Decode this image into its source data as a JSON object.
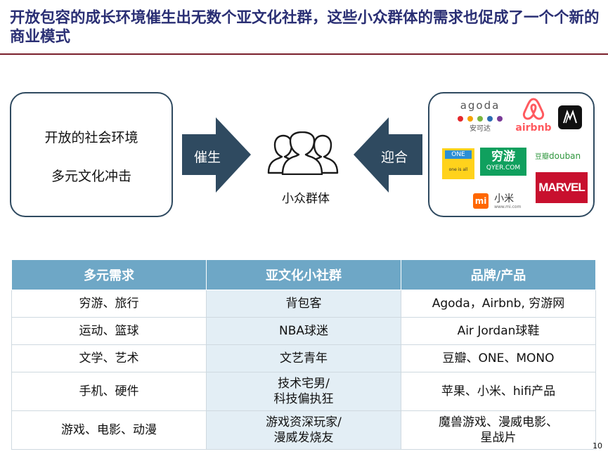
{
  "title": "开放包容的成长环境催生出无数个亚文化社群，这些小众群体的需求也促成了一个个新的商业模式",
  "left_box": {
    "line1": "开放的社会环境",
    "line2": "多元文化冲击"
  },
  "arrow_left_label": "催生",
  "arrow_right_label": "迎合",
  "center_label": "小众群体",
  "logos": {
    "agoda": {
      "name": "agoda",
      "sub": "安可达",
      "dots": [
        "#e4292d",
        "#f5a200",
        "#7ab63f",
        "#2b6cb3",
        "#7a3a97"
      ]
    },
    "airbnb": {
      "name": "airbnb",
      "color": "#ff5a5f"
    },
    "one": {
      "top": "ONE",
      "bottom": "one is all",
      "color": "#ffd21c"
    },
    "qyer": {
      "name": "穷游",
      "sub": "QYER.COM",
      "color": "#10a05e"
    },
    "douban": {
      "cn": "豆瓣",
      "en": "douban",
      "color": "#2e963d"
    },
    "mi": {
      "mark": "mi",
      "name": "小米",
      "site": "www.mi.com",
      "color": "#ff6700"
    },
    "marvel": {
      "name": "MARVEL",
      "color": "#c8102e"
    }
  },
  "table": {
    "headers": [
      "多元需求",
      "亚文化小社群",
      "品牌/产品"
    ],
    "rows": [
      [
        "穷游、旅行",
        "背包客",
        "Agoda，Airbnb, 穷游网"
      ],
      [
        "运动、篮球",
        "NBA球迷",
        "Air Jordan球鞋"
      ],
      [
        "文学、艺术",
        "文艺青年",
        "豆瓣、ONE、MONO"
      ],
      [
        "手机、硬件",
        "技术宅男/\n科技偏执狂",
        "苹果、小米、hifi产品"
      ],
      [
        "游戏、电影、动漫",
        "游戏资深玩家/\n漫威发烧友",
        "魔兽游戏、漫威电影、\n星战片"
      ]
    ]
  },
  "page_number": "10",
  "colors": {
    "title": "#2a2f74",
    "rule": "#7a1f2b",
    "arrow": "#2f4a60",
    "table_header": "#6ea7c6",
    "table_mid": "#e3eef5"
  }
}
